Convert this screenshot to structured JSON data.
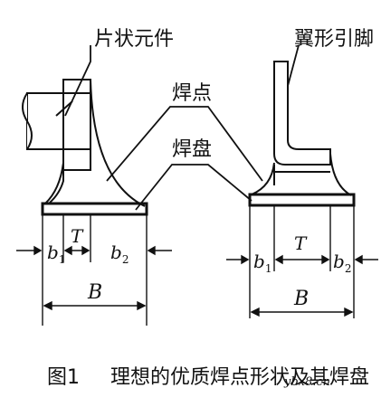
{
  "labels": {
    "chip_component": "片状元件",
    "gull_wing_lead": "翼形引脚",
    "solder_joint": "焊点",
    "solder_pad": "焊盘"
  },
  "dimensions": {
    "b1": "b",
    "b1_sub": "1",
    "b2": "b",
    "b2_sub": "2",
    "T": "T",
    "B": "B"
  },
  "caption": {
    "figure_no": "图1",
    "text": "理想的优质焊点形状及其焊盘"
  },
  "watermark": "ybx8.cn",
  "colors": {
    "line": "#111111",
    "background": "#ffffff"
  }
}
